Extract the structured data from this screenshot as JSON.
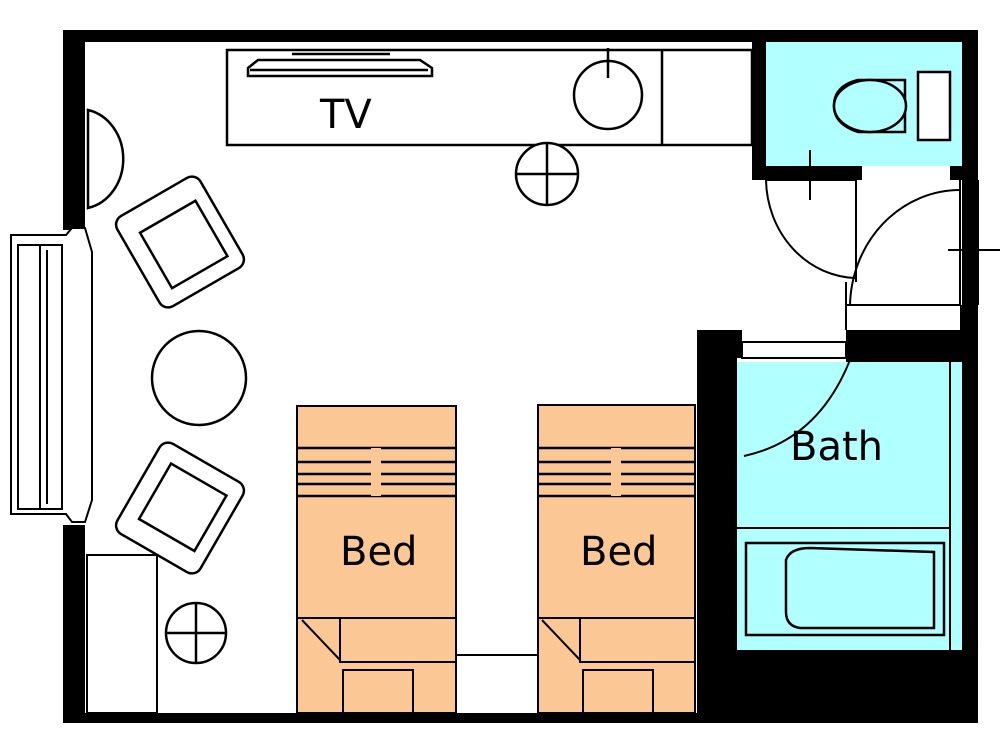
{
  "labels": {
    "tv": "TV",
    "bath": "Bath",
    "bed_left": "Bed",
    "bed_right": "Bed"
  },
  "colors": {
    "wall": "#000000",
    "bed": "#fbc895",
    "wet_area": "#b2ffff",
    "line": "#000000",
    "floor": "#ffffff"
  }
}
